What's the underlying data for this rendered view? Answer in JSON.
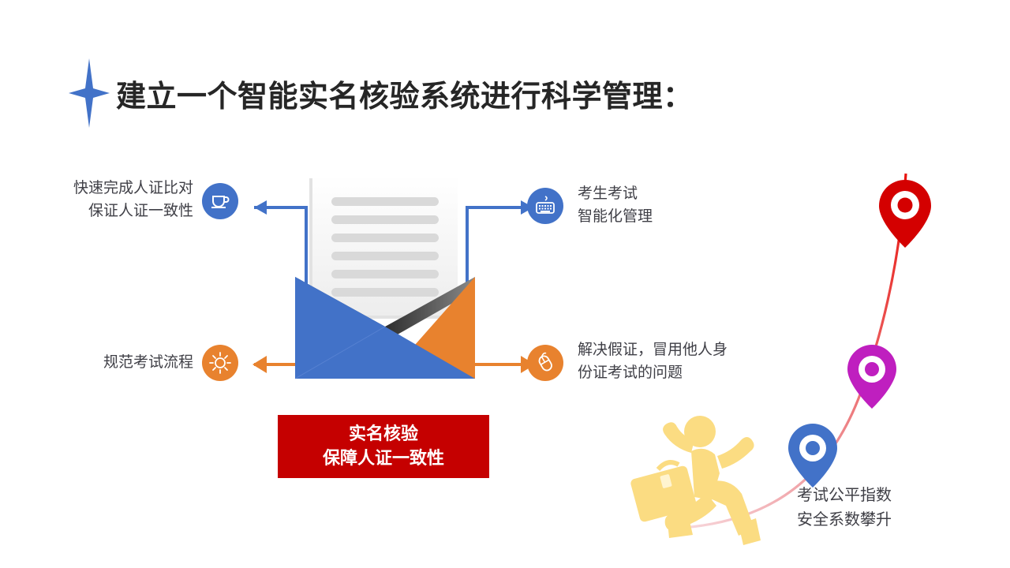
{
  "slide": {
    "title": "建立一个智能实名核验系统进行科学管理：",
    "title_icon": "four-point-star-icon"
  },
  "center_graphic": {
    "name": "envelope-with-document",
    "document_line_count": 6,
    "colors": {
      "envelope_blue": "#4272C8",
      "envelope_orange": "#E8822E",
      "document_white": "#FDFDFD",
      "document_line_gray": "#D9D9D9"
    }
  },
  "features": [
    {
      "id": "top-left",
      "icon": "coffee-cup-icon",
      "icon_color": "#4272C8",
      "connector_color": "#4272C8",
      "lines": [
        "快速完成人证比对",
        "保证人证一致性"
      ]
    },
    {
      "id": "top-right",
      "icon": "keyboard-icon",
      "icon_color": "#4272C8",
      "connector_color": "#4272C8",
      "lines": [
        "考生考试",
        "智能化管理"
      ]
    },
    {
      "id": "bottom-left",
      "icon": "sun-icon",
      "icon_color": "#E8822E",
      "connector_color": "#E8822E",
      "lines": [
        "规范考试流程"
      ]
    },
    {
      "id": "bottom-right",
      "icon": "mouse-icon",
      "icon_color": "#E8822E",
      "connector_color": "#E8822E",
      "lines": [
        "解决假证，冒用他人身",
        "份证考试的问题"
      ]
    }
  ],
  "red_box": {
    "background": "#C50000",
    "lines": [
      "实名核验",
      "保障人证一致性"
    ]
  },
  "right_illustration": {
    "runner_icon": "running-businessman-with-briefcase-icon",
    "runner_color": "#FBDC82",
    "pins": [
      {
        "name": "map-pin-red",
        "color": "#D40000"
      },
      {
        "name": "map-pin-magenta",
        "color": "#BF1FBF"
      },
      {
        "name": "map-pin-blue",
        "color": "#4272C8"
      }
    ],
    "curve": {
      "name": "ascending-curve",
      "start_color": "#F7D8DD",
      "end_color": "#E8120C"
    },
    "caption_lines": [
      "考试公平指数",
      "安全系数攀升"
    ]
  }
}
